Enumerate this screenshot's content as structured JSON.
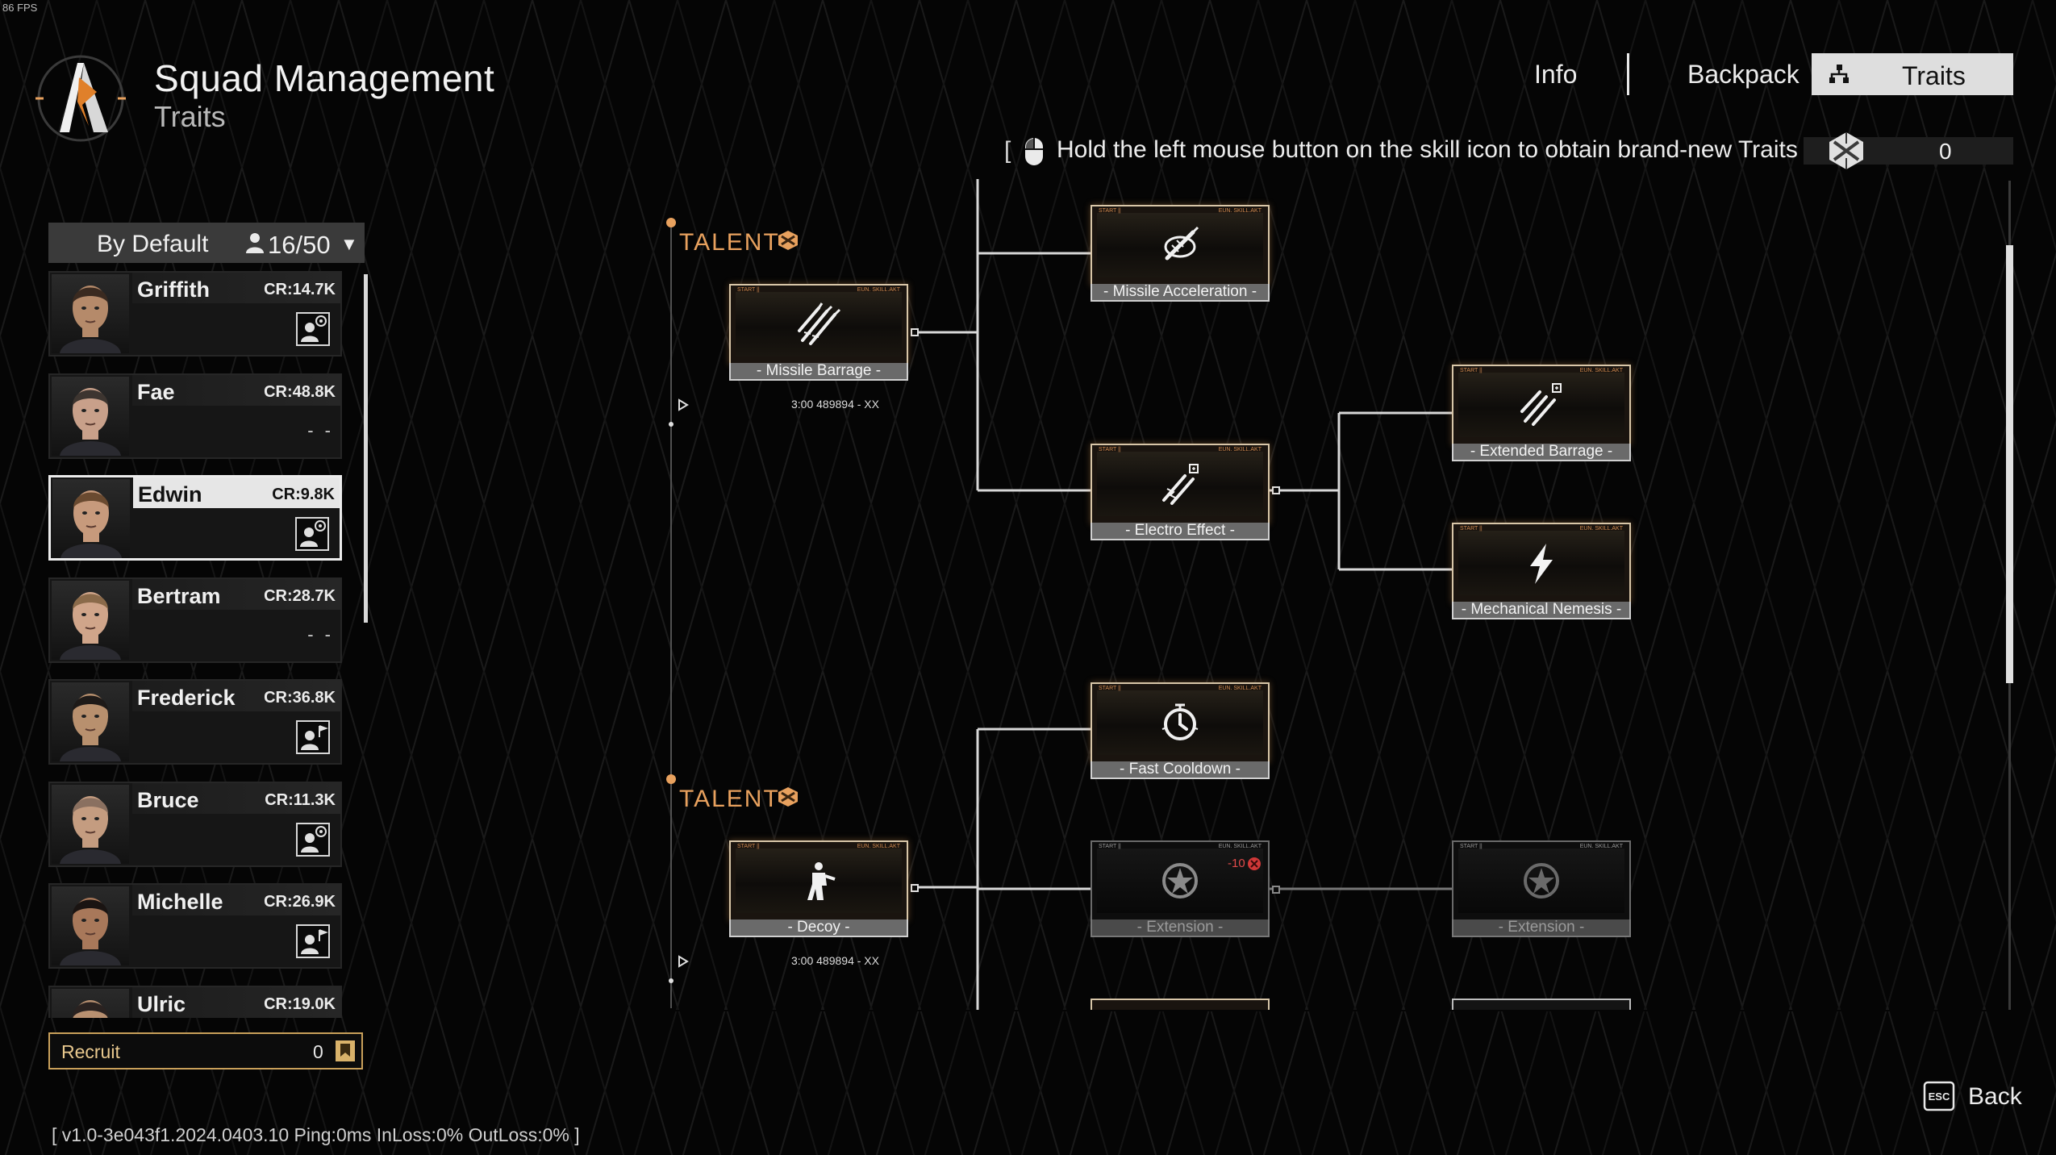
{
  "fps": "86 FPS",
  "header": {
    "title": "Squad Management",
    "subtitle": "Traits"
  },
  "topnav": {
    "info": "Info",
    "backpack": "Backpack",
    "traits": "Traits",
    "active": "Traits"
  },
  "hint": {
    "bracket": "[",
    "text": "Hold the left mouse button on the skill icon to obtain brand-new Traits",
    "counter": "0"
  },
  "roster": {
    "sort_label": "By Default",
    "count": "16/50",
    "members": [
      {
        "name": "Griffith",
        "cr": "CR:14.7K",
        "status": "badge-target",
        "selected": false,
        "skin": "#b58a6a",
        "hair": "#3a2a20"
      },
      {
        "name": "Fae",
        "cr": "CR:48.8K",
        "status": "- -",
        "selected": false,
        "skin": "#c8a08a",
        "hair": "#3d3530"
      },
      {
        "name": "Edwin",
        "cr": "CR:9.8K",
        "status": "badge-target",
        "selected": true,
        "skin": "#c79a7c",
        "hair": "#6a4a30"
      },
      {
        "name": "Bertram",
        "cr": "CR:28.7K",
        "status": "- -",
        "selected": false,
        "skin": "#d0a58a",
        "hair": "#8a6a4a"
      },
      {
        "name": "Frederick",
        "cr": "CR:36.8K",
        "status": "badge-flag",
        "selected": false,
        "skin": "#b8906e",
        "hair": "#1e1a18"
      },
      {
        "name": "Bruce",
        "cr": "CR:11.3K",
        "status": "badge-target",
        "selected": false,
        "skin": "#c49c80",
        "hair": "#8a7060"
      },
      {
        "name": "Michelle",
        "cr": "CR:26.9K",
        "status": "badge-flag",
        "selected": false,
        "skin": "#a8785a",
        "hair": "#1a1412"
      },
      {
        "name": "Ulric",
        "cr": "CR:19.0K",
        "status": "badge-target",
        "selected": false,
        "skin": "#b89070",
        "hair": "#2a2220"
      }
    ],
    "recruit_label": "Recruit",
    "recruit_value": "0"
  },
  "talents": [
    {
      "label": "TALENT",
      "time": "3:00 489894 - XX"
    },
    {
      "label": "TALENT",
      "time": "3:00 489894 - XX"
    }
  ],
  "nodes": {
    "missile_barrage": {
      "label": "- Missile Barrage -",
      "icon": "missile-barrage-icon"
    },
    "missile_acceleration": {
      "label": "- Missile Acceleration -",
      "icon": "missile-acceleration-icon"
    },
    "electro_effect": {
      "label": "- Electro Effect -",
      "icon": "electro-effect-icon"
    },
    "extended_barrage": {
      "label": "- Extended Barrage -",
      "icon": "extended-barrage-icon"
    },
    "mechanical_nemesis": {
      "label": "- Mechanical Nemesis -",
      "icon": "lightning-icon"
    },
    "fast_cooldown": {
      "label": "- Fast Cooldown -",
      "icon": "clock-icon"
    },
    "decoy": {
      "label": "- Decoy -",
      "icon": "decoy-icon"
    },
    "extension_1": {
      "label": "- Extension -",
      "icon": "emblem-icon",
      "cost": "-10"
    },
    "extension_2": {
      "label": "- Extension -",
      "icon": "emblem-icon"
    },
    "tag_left": "START ||",
    "tag_right": "EUN. SKILL.AKT"
  },
  "footer": {
    "version": "[ v1.0-3e043f1.2024.0403.10  Ping:0ms   InLoss:0%  OutLoss:0%  ]",
    "esc": "ESC",
    "back": "Back"
  },
  "colors": {
    "accent_orange": "#e8a15e",
    "node_border": "#d8c6a8",
    "selected_card": "#e6e6e6",
    "active_tab": "#dedede",
    "recruit_border": "#c9a05a"
  }
}
